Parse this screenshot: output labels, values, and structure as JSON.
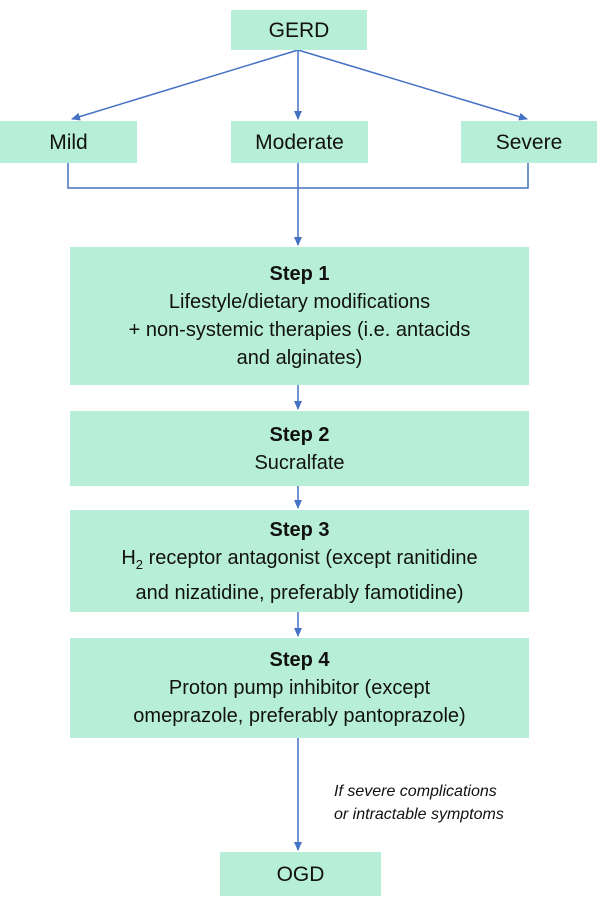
{
  "root": "GERD",
  "severity": [
    "Mild",
    "Moderate",
    "Severe"
  ],
  "steps": [
    {
      "title": "Step 1",
      "lines": [
        "Lifestyle/dietary modifications",
        "+ non-systemic therapies (i.e. antacids",
        "and alginates)"
      ]
    },
    {
      "title": "Step 2",
      "lines": [
        "Sucralfate"
      ]
    },
    {
      "title": "Step 3",
      "h2_prefix": "H",
      "h2_sub": "2",
      "line1_rest": " receptor antagonist (except ranitidine",
      "line2": "and nizatidine, preferably famotidine)"
    },
    {
      "title": "Step 4",
      "lines": [
        "Proton pump inhibitor (except",
        "omeprazole, preferably pantoprazole)"
      ]
    }
  ],
  "condition_note": [
    "If severe complications",
    "or intractable symptoms"
  ],
  "final": "OGD",
  "colors": {
    "box_fill": "#b7eed8",
    "arrow": "#4472c4"
  }
}
